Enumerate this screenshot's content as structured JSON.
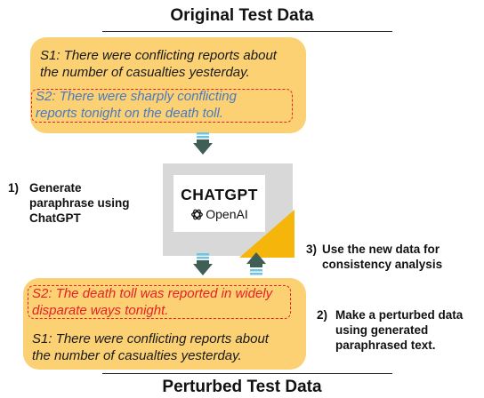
{
  "top": {
    "title": "Original Test Data"
  },
  "bottom": {
    "title": "Perturbed Test Data"
  },
  "original": {
    "s1": [
      "S1: There were conflicting reports about",
      "the number of casualties yesterday."
    ],
    "s2": [
      "S2: There were sharply conflicting",
      "reports tonight on the death toll."
    ]
  },
  "perturbed": {
    "s2": [
      "S2: The death toll was reported in widely",
      "disparate ways tonight."
    ],
    "s1": [
      "S1: There were conflicting reports about",
      "the number of casualties yesterday."
    ]
  },
  "logo": {
    "name": "CHATGPT",
    "maker": "OpenAI"
  },
  "steps": [
    {
      "num": "1)",
      "lines": [
        "Generate",
        "paraphrase using",
        "ChatGPT"
      ]
    },
    {
      "num": "3)",
      "lines": [
        "Use the new data for",
        "consistency analysis"
      ]
    },
    {
      "num": "2)",
      "lines": [
        "Make a perturbed data",
        "using generated",
        "paraphrased text."
      ]
    }
  ],
  "colors": {
    "panel": "#fbd173",
    "arrow": "#3f5f56",
    "highlight": "#e8202a",
    "blue_text": "#4a78c0"
  }
}
